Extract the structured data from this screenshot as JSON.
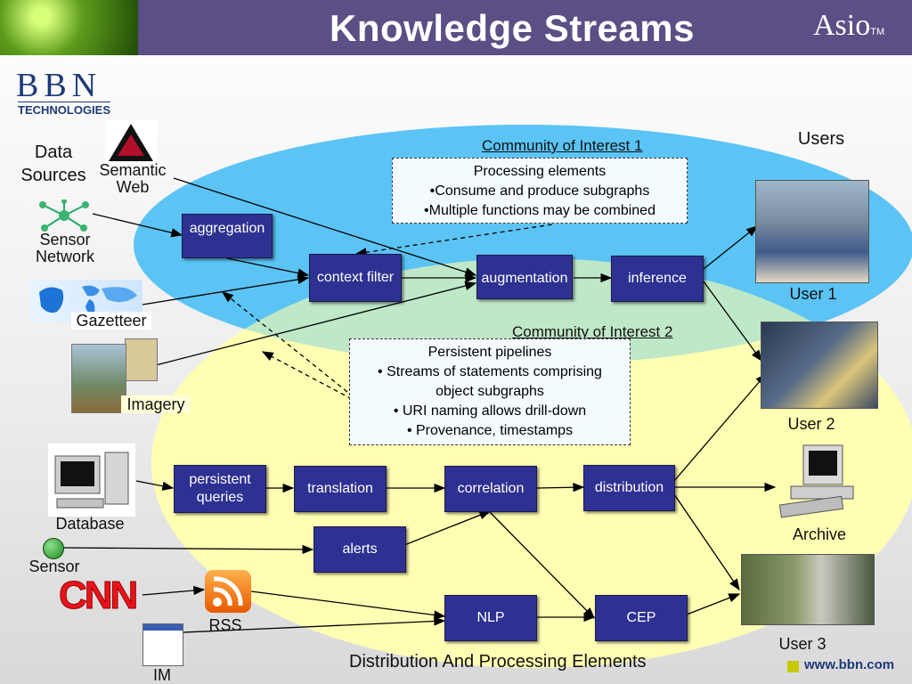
{
  "header": {
    "title": "Knowledge Streams",
    "brand": "Asio",
    "brand_mark": "TM"
  },
  "logo": {
    "name": "BBN",
    "sub": "TECHNOLOGIES"
  },
  "labels": {
    "data_sources": "Data Sources",
    "users": "Users",
    "coi1": "Community of Interest 1",
    "coi2": "Community of Interest 2",
    "footer_caption": "Distribution And Processing Elements",
    "url": "www.bbn.com"
  },
  "sources": {
    "semantic_web": "Semantic Web",
    "sensor_network": "Sensor Network",
    "gazetteer": "Gazetteer",
    "imagery": "Imagery",
    "database": "Database",
    "sensor": "Sensor",
    "rss": "RSS",
    "im": "IM",
    "cnn": "CNN"
  },
  "processing": {
    "aggregation": "aggregation",
    "context_filter": "context filter",
    "augmentation": "augmentation",
    "inference": "inference",
    "persistent_queries": "persistent queries",
    "translation": "translation",
    "correlation": "correlation",
    "distribution": "distribution",
    "alerts": "alerts",
    "nlp": "NLP",
    "cep": "CEP"
  },
  "notes": {
    "note1": [
      "Processing elements",
      "•Consume and produce subgraphs",
      "•Multiple functions may be combined"
    ],
    "note2": [
      "Persistent pipelines",
      "• Streams of statements comprising",
      "object subgraphs",
      "• URI naming allows drill-down",
      "• Provenance, timestamps"
    ]
  },
  "users": {
    "user1": "User 1",
    "user2": "User 2",
    "archive": "Archive",
    "user3": "User 3"
  },
  "colors": {
    "header": "#5b4f85",
    "coi1_ellipse": "#5bc4f5",
    "coi2_ellipse": "#ffffb3",
    "overlap": "#bfe8c8",
    "box": "#2e3192"
  }
}
